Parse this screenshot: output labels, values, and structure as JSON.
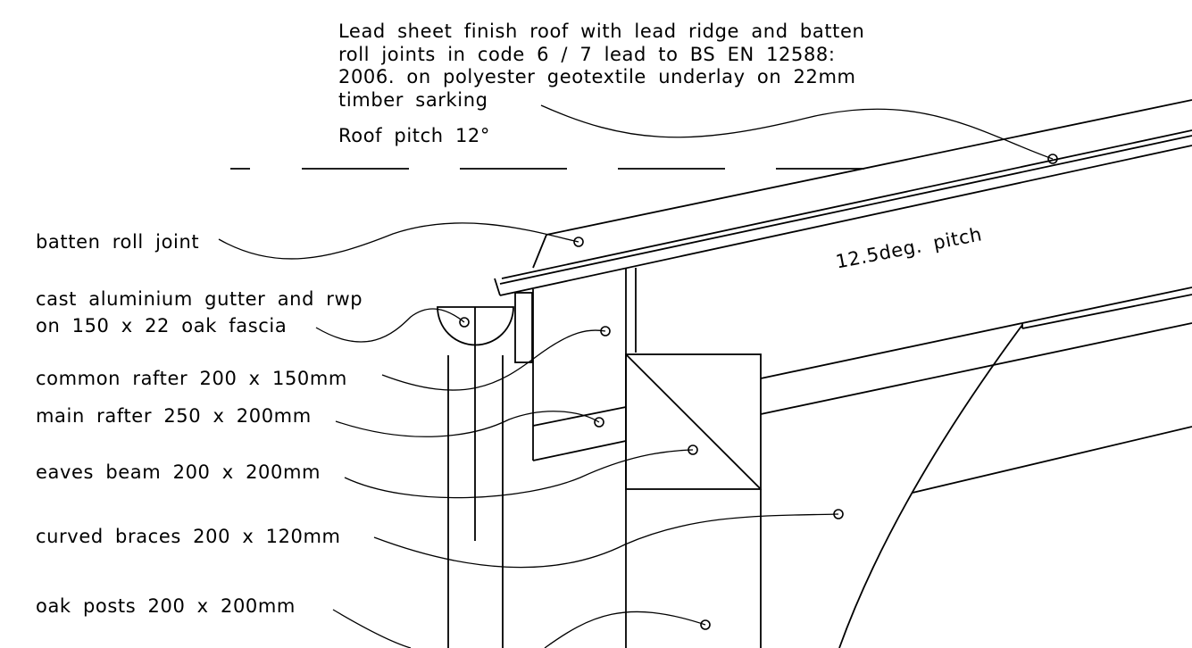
{
  "notes": {
    "roof_spec": [
      "Lead sheet finish roof with lead ridge and batten",
      "roll joints in code 6 / 7 lead to BS EN 12588:",
      "2006. on polyester geotextile underlay on 22mm",
      "timber sarking"
    ],
    "roof_pitch": "Roof pitch 12°",
    "pitch_marker": "12.5deg. pitch"
  },
  "labels": {
    "batten_roll_joint": "batten roll joint",
    "gutter_line1": "cast aluminium gutter and rwp",
    "gutter_line2": "on 150 x 22 oak fascia",
    "common_rafter": "common rafter 200 x 150mm",
    "main_rafter": "main rafter 250 x 200mm",
    "eaves_beam": "eaves beam 200 x 200mm",
    "curved_braces": "curved braces 200 x 120mm",
    "oak_posts": "oak posts 200 x 200mm"
  }
}
